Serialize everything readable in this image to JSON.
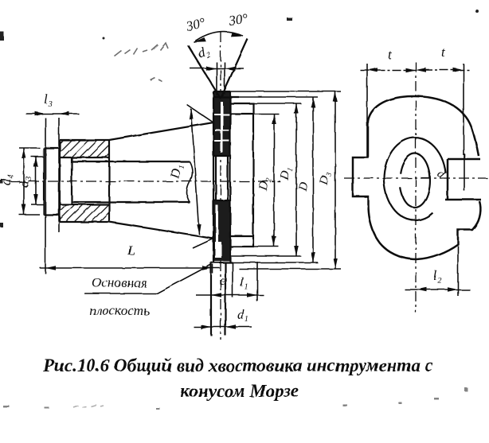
{
  "caption": {
    "line1": "Рис.10.6 Общий вид хвостовика инструмента с",
    "line2": "конусом Морзе"
  },
  "annotations": {
    "base_plane_line1": "Основная",
    "base_plane_line2": "плоскость",
    "angle_left": "30°",
    "angle_right": "30°"
  },
  "dimensions": {
    "l3": "l₃",
    "d4": "d₄",
    "d3": "d₃",
    "L": "L",
    "D1_cone": "D₁",
    "d2": "d₂",
    "e": "e",
    "l1": "l₁",
    "d1": "d₁",
    "flange_diameters": [
      "D₂",
      "D₁",
      "D",
      "D₃"
    ],
    "t_left": "t",
    "t_right": "t",
    "d": "d",
    "l2": "l₂"
  }
}
